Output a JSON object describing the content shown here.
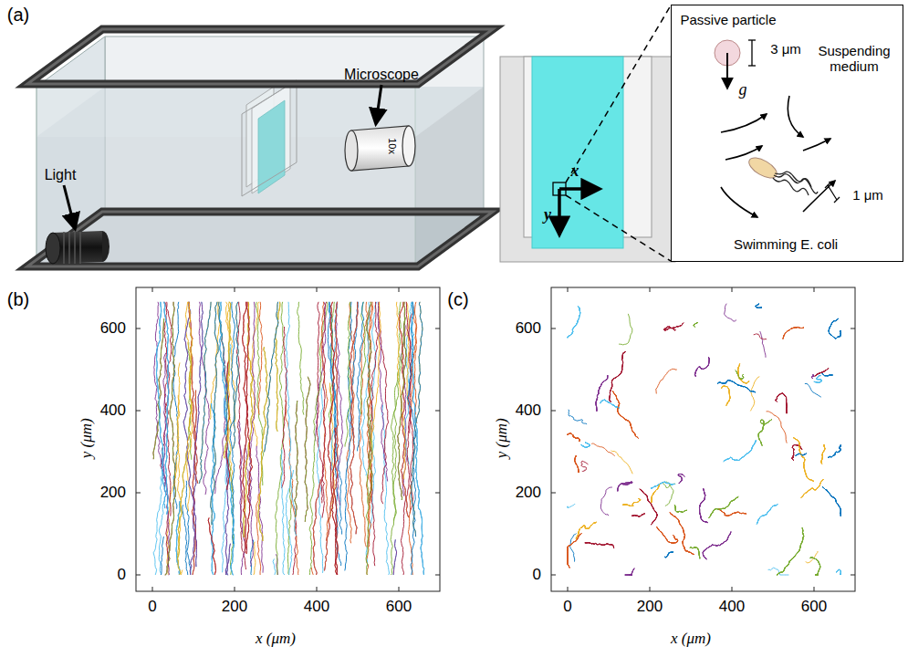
{
  "diagram": {
    "nodes": [
      {
        "text": [
          "Passive particle",
          "3 μm",
          "Suspending medium",
          "g",
          "1 μm",
          "Swimming E. coli"
        ]
      }
    ],
    "labels": [
      "(a)",
      "Light",
      "Microscope",
      "10x",
      "x",
      "y",
      "(b)",
      "0",
      "200",
      "400",
      "600",
      "0",
      "200",
      "400",
      "600",
      "y (μm)",
      "x (μm)",
      "(c)",
      "0",
      "200",
      "400",
      "600",
      "0",
      "200",
      "400",
      "600",
      "y (μm)",
      "x (μm)"
    ]
  }
}
